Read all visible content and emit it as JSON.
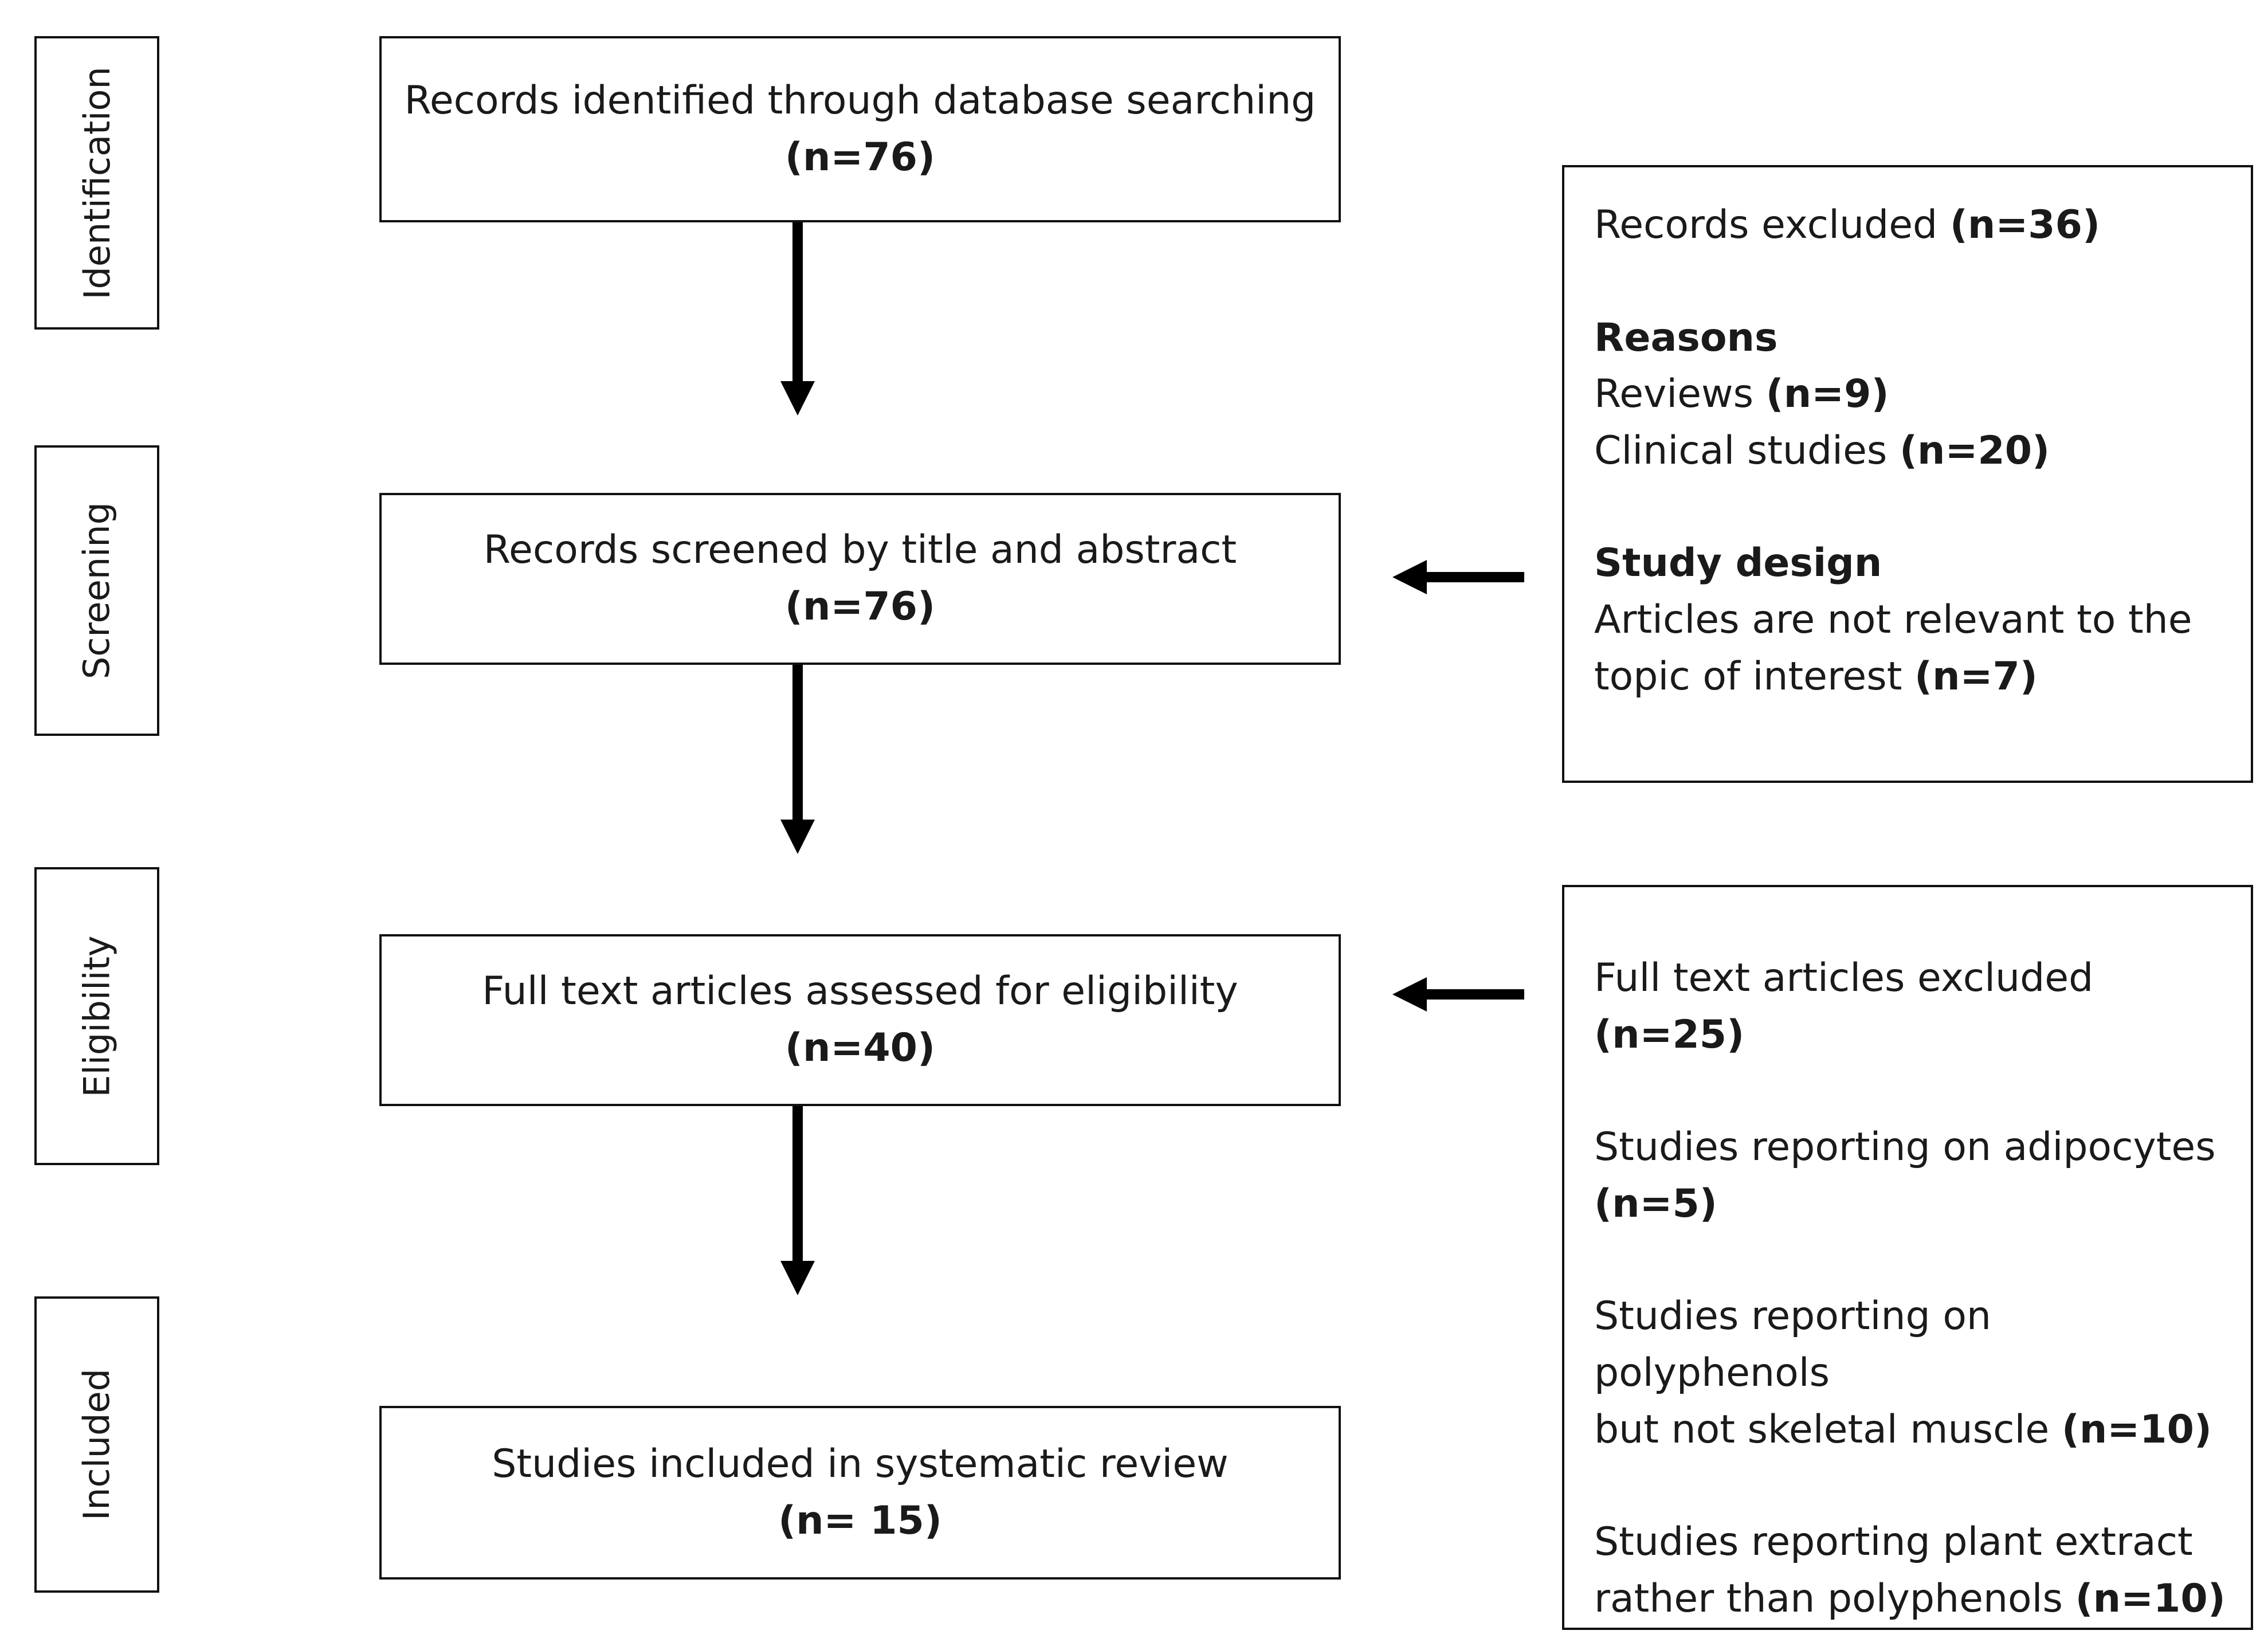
{
  "stages": {
    "identification": "Identification",
    "screening": "Screening",
    "eligibility": "Eligibility",
    "included": "Included"
  },
  "boxes": {
    "identified": {
      "text": "Records identified through database searching",
      "count": "(n=76)"
    },
    "screened": {
      "text": "Records screened by title and abstract",
      "count": "(n=76)"
    },
    "assessed": {
      "text": "Full text articles assessed for eligibility",
      "count": "(n=40)"
    },
    "included": {
      "text": "Studies included in systematic review",
      "count": "(n= 15)"
    }
  },
  "excluded_records": {
    "title": "Records excluded",
    "title_count": "(n=36)",
    "reasons_heading": "Reasons",
    "reviews": "Reviews",
    "reviews_count": "(n=9)",
    "clinical": "Clinical studies",
    "clinical_count": "(n=20)",
    "design_heading": "Study design",
    "design_line1": "Articles are not relevant to the",
    "design_line2": "topic of interest",
    "design_count": "(n=7)"
  },
  "excluded_fulltext": {
    "title": "Full text articles excluded",
    "title_count": "(n=25)",
    "adipocytes": "Studies reporting on adipocytes",
    "adipocytes_count": "(n=5)",
    "polyphenols_line1": "Studies reporting on polyphenols",
    "polyphenols_line2": "but not skeletal muscle",
    "polyphenols_count": "(n=10)",
    "extract_line1": "Studies reporting plant extract",
    "extract_line2": "rather than polyphenols",
    "extract_count": "(n=10)"
  }
}
